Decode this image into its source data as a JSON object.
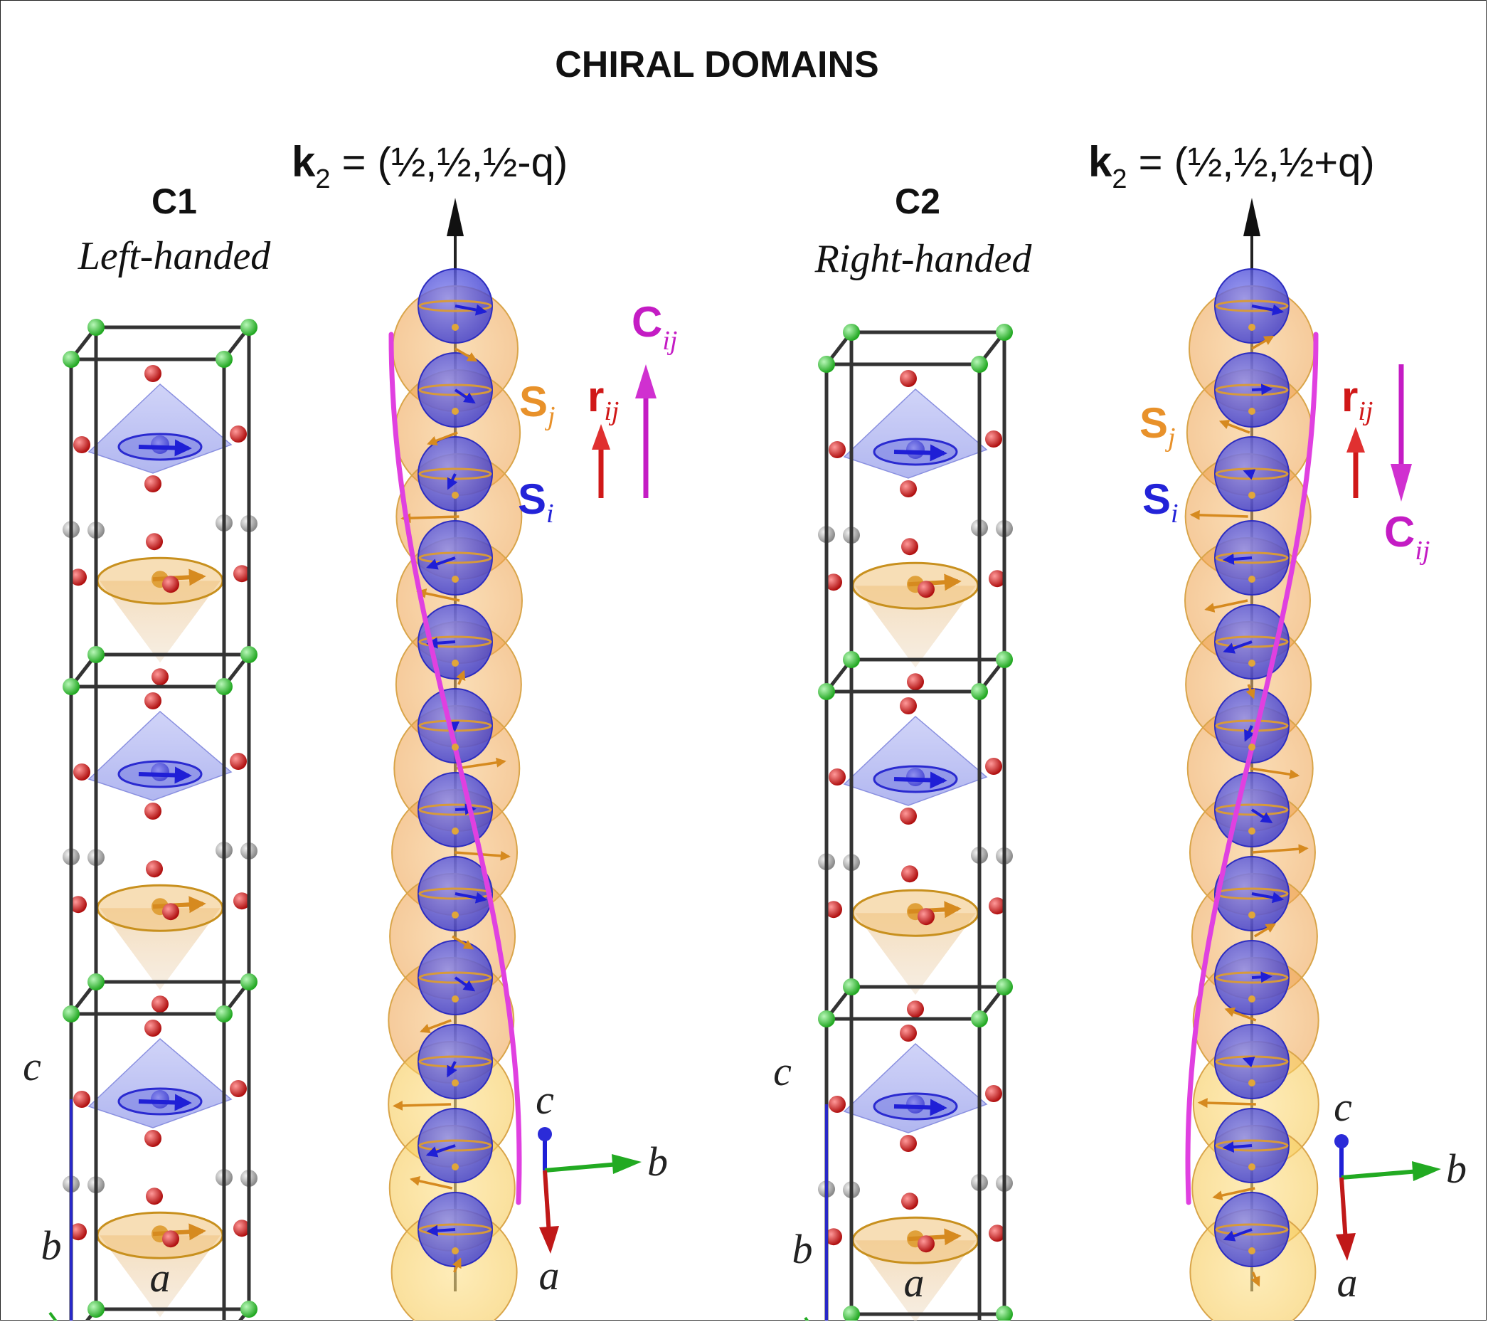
{
  "title": "CHIRAL DOMAINS",
  "colors": {
    "spin_i": "#2323d8",
    "spin_j": "#e8912a",
    "r_vector": "#d01818",
    "c_vector": "#c41cc4",
    "helix": "#e040e0",
    "cell_edge": "#333333",
    "atom_green": "#3cc23c",
    "atom_red": "#c81e1e",
    "atom_gray": "#a9a9a9"
  },
  "panels": [
    {
      "domain": "C1",
      "handedness": "Left-handed",
      "k_label": {
        "symbol": "k",
        "sub": "2",
        "value": " = (½,½,½-q)"
      },
      "labels": {
        "S": "S",
        "i": "i",
        "j": "j",
        "r": "r",
        "C": "C",
        "ij": "ij"
      },
      "c_vector_direction": "up",
      "cell_axes": {
        "a": "a",
        "b": "b",
        "c": "c"
      },
      "frame_axes": {
        "a": "a",
        "b": "b",
        "c": "c"
      }
    },
    {
      "domain": "C2",
      "handedness": "Right-handed",
      "k_label": {
        "symbol": "k",
        "sub": "2",
        "value": " = (½,½,½+q)"
      },
      "labels": {
        "S": "S",
        "i": "i",
        "j": "j",
        "r": "r",
        "C": "C",
        "ij": "ij"
      },
      "c_vector_direction": "down",
      "cell_axes": {
        "a": "a",
        "b": "b",
        "c": "c"
      },
      "frame_axes": {
        "a": "a",
        "b": "b",
        "c": "c"
      }
    }
  ]
}
